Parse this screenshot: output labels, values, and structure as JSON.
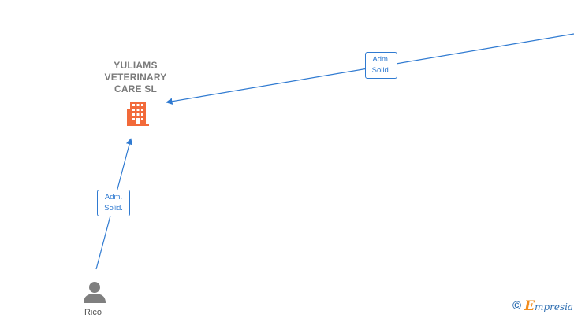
{
  "company": {
    "name_lines": [
      "YULIAMS",
      "VETERINARY",
      "CARE  SL"
    ],
    "icon": "office-building-icon",
    "icon_color": "#f26a3a"
  },
  "edges": [
    {
      "label_lines": [
        "Adm.",
        "Solid."
      ],
      "from": "offscreen-right",
      "to": "company"
    },
    {
      "label_lines": [
        "Adm.",
        "Solid."
      ],
      "from": "person",
      "to": "company"
    }
  ],
  "person": {
    "name": "Rico",
    "icon": "person-icon",
    "icon_color": "#7f7f7f"
  },
  "watermark": {
    "symbol": "©",
    "brand_initial": "E",
    "brand_rest": "mpresia"
  },
  "colors": {
    "edge": "#2f7ad1",
    "label_text": "#7a7a7a"
  }
}
